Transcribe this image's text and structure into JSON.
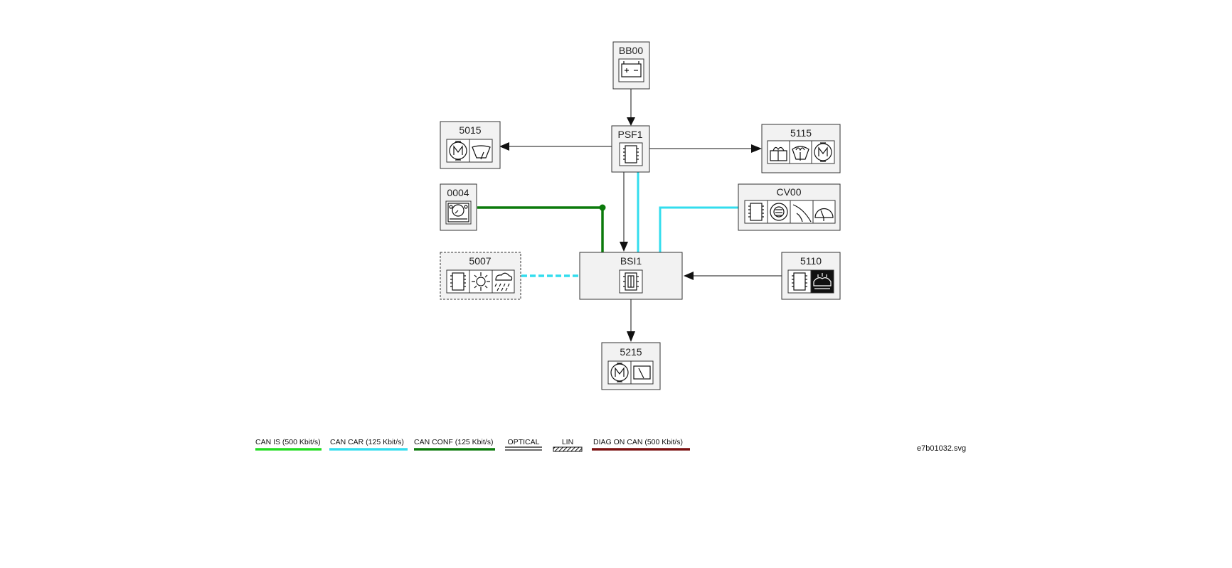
{
  "colors": {
    "can_is": "#22dd22",
    "can_car": "#33ddee",
    "can_conf": "#0b7a0b",
    "diag_on_can": "#7a1010",
    "wire": "#111111"
  },
  "nodes": {
    "bb00": "BB00",
    "psf1": "PSF1",
    "n5015": "5015",
    "n5115": "5115",
    "n0004": "0004",
    "cv00": "CV00",
    "n5007": "5007",
    "bsi1": "BSI1",
    "n5110": "5110",
    "n5215": "5215"
  },
  "legend": {
    "can_is": "CAN IS (500 Kbit/s)",
    "can_car": "CAN CAR (125 Kbit/s)",
    "can_conf": "CAN CONF (125 Kbit/s)",
    "optical": "OPTICAL",
    "lin": "LIN",
    "diag_on_can": "DIAG ON CAN  (500 Kbit/s)"
  },
  "file_ref": "e7b01032.svg"
}
